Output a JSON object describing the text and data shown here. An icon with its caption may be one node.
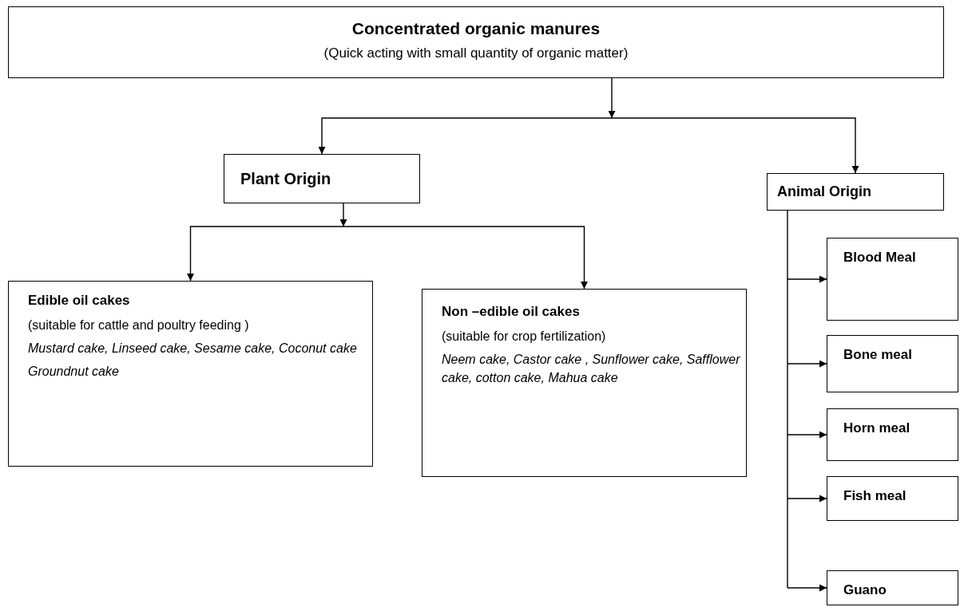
{
  "diagram": {
    "nodes": [
      {
        "text": [
          "Concentrated organic manures",
          "(Quick acting with small quantity of organic matter)"
        ]
      },
      {
        "text": [
          "Plant Origin"
        ]
      },
      {
        "text": [
          "Animal Origin"
        ]
      },
      {
        "text": [
          "Edible oil cakes",
          "(suitable for cattle and poultry feeding )",
          "Mustard  cake, Linseed cake, Sesame cake, Coconut cake",
          "Groundnut cake"
        ]
      },
      {
        "text": [
          "Non –edible oil cakes",
          "(suitable for crop fertilization)",
          "Neem  cake, Castor cake , Sunflower cake, Safflower cake, cotton cake, Mahua cake"
        ]
      },
      {
        "text": [
          "Blood Meal"
        ]
      },
      {
        "text": [
          "Bone meal"
        ]
      },
      {
        "text": [
          "Horn meal"
        ]
      },
      {
        "text": [
          "Fish meal"
        ]
      },
      {
        "text": [
          "Guano"
        ]
      }
    ],
    "edges": [
      {
        "from": 0,
        "to": 1,
        "arrow": "to"
      },
      {
        "from": 0,
        "to": 2,
        "arrow": "to"
      },
      {
        "from": 1,
        "to": 3,
        "arrow": "to"
      },
      {
        "from": 1,
        "to": 4,
        "arrow": "to"
      },
      {
        "from": 2,
        "to": 5,
        "arrow": "to"
      },
      {
        "from": 2,
        "to": 6,
        "arrow": "to"
      },
      {
        "from": 2,
        "to": 7,
        "arrow": "to"
      },
      {
        "from": 2,
        "to": 8,
        "arrow": "to"
      },
      {
        "from": 2,
        "to": 9,
        "arrow": "to"
      }
    ]
  }
}
